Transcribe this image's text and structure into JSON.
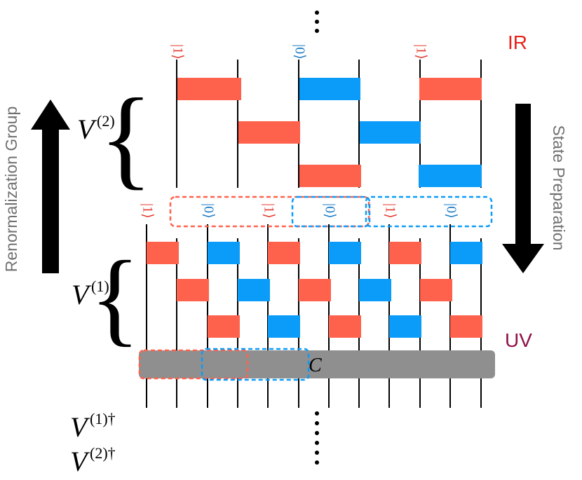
{
  "labels": {
    "ir": "IR",
    "uv": "UV",
    "rg": "Renormalization Group",
    "state_prep": "State Preparation",
    "v2_base": "V",
    "v2_sup": "(2)",
    "v1_base": "V",
    "v1_sup": "(1)",
    "v1dag_base": "V",
    "v1dag_sup": "(1)†",
    "v2dag_base": "V",
    "v2dag_sup": "(2)†",
    "c": "C"
  },
  "kets_top": [
    "|1⟩",
    "|0⟩",
    "|1⟩"
  ],
  "kets_mid": [
    "|1⟩",
    "|0⟩",
    "|1⟩",
    "|0⟩",
    "|1⟩",
    "|0⟩"
  ],
  "colors": {
    "red": "#fe624d",
    "blue": "#0b9cf9",
    "gray": "#8f8f8f",
    "ir": "#e8231b",
    "uv": "#8f1147",
    "ket_red": "#e33a2f",
    "ket_blue": "#1c7cc6",
    "arrow": "#000000",
    "arrow_text": "#707070"
  }
}
